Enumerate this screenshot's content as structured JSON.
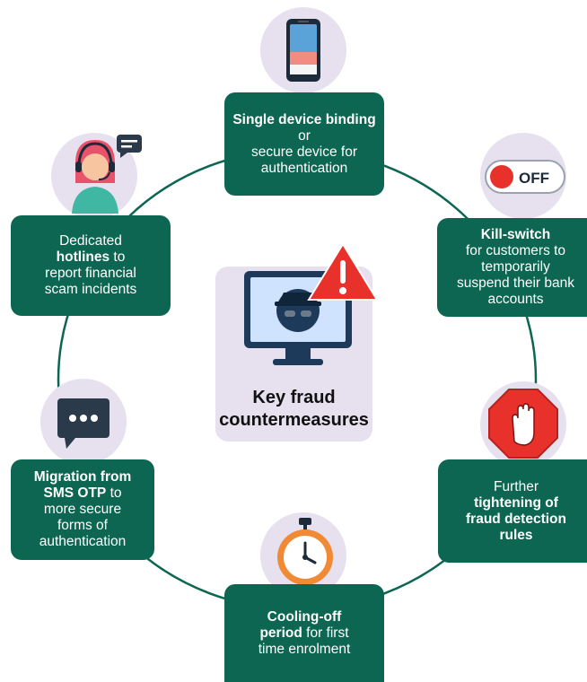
{
  "center": {
    "title_line1": "Key fraud",
    "title_line2": "countermeasures"
  },
  "measures": {
    "device_binding": {
      "bold": "Single device binding",
      "rest1": " or",
      "line2": "secure device for",
      "line3": "authentication"
    },
    "kill_switch": {
      "bold": "Kill-switch",
      "line2": "for customers to",
      "line3": "temporarily",
      "line4": "suspend their bank",
      "line5": "accounts",
      "toggle_label": "OFF"
    },
    "fraud_rules": {
      "line1": "Further",
      "bold1": "tightening of",
      "bold2": "fraud detection",
      "bold3": "rules"
    },
    "cooling_off": {
      "bold1": "Cooling-off",
      "bold2": "period",
      "rest": " for first",
      "line3": "time enrolment"
    },
    "sms_otp": {
      "bold1": "Migration from",
      "bold2": "SMS OTP",
      "rest": " to",
      "line3": "more secure",
      "line4": "forms of",
      "line5": "authentication"
    },
    "hotlines": {
      "line1": "Dedicated",
      "bold": "hotlines",
      "rest": " to",
      "line3": "report financial",
      "line4": "scam incidents"
    }
  },
  "colors": {
    "box": "#0c6652",
    "circle": "#e6e0ef",
    "ring": "#0c6652",
    "warning": "#e8312b",
    "stop": "#e8312b"
  }
}
